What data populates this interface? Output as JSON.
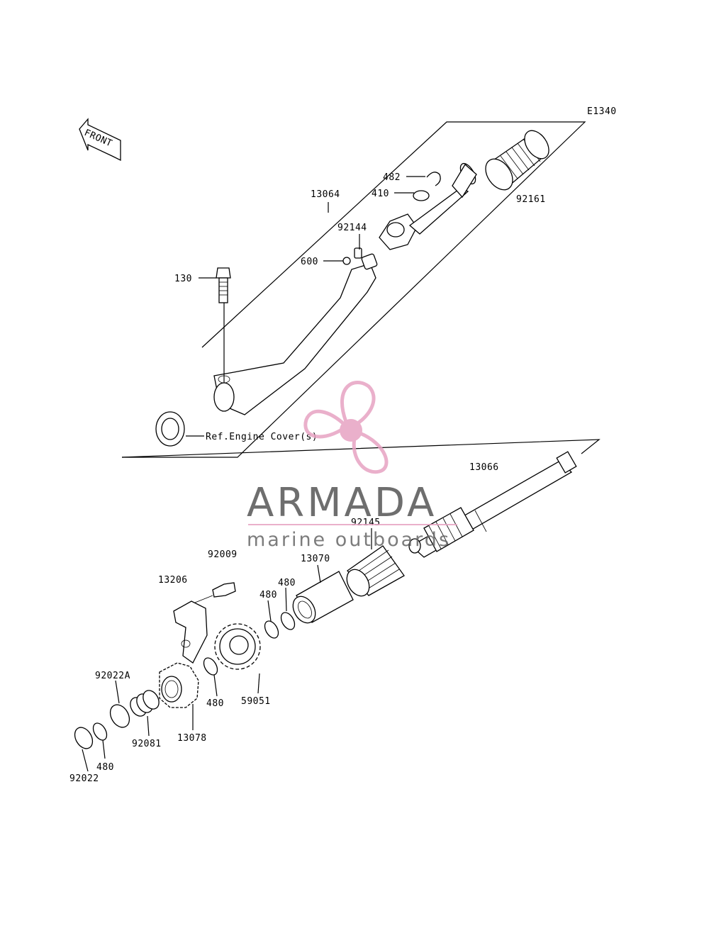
{
  "diagram_code": "E1340",
  "front_arrow_text": "FRONT",
  "ref_text": "Ref.Engine Cover(s)",
  "watermark": {
    "title": "ARMADA",
    "subtitle": "marine outboards",
    "logo_color": "#e7a3c2"
  },
  "part_labels": {
    "p13064": "13064",
    "p482": "482",
    "p410": "410",
    "p92161": "92161",
    "p92144": "92144",
    "p600": "600",
    "p130": "130",
    "p13066": "13066",
    "p92145": "92145",
    "p92009": "92009",
    "p13070": "13070",
    "p13206": "13206",
    "p480a": "480",
    "p480b": "480",
    "p480c": "480",
    "p480d": "480",
    "p59051": "59051",
    "p92022A": "92022A",
    "p92081": "92081",
    "p13078": "13078",
    "p92022": "92022"
  }
}
